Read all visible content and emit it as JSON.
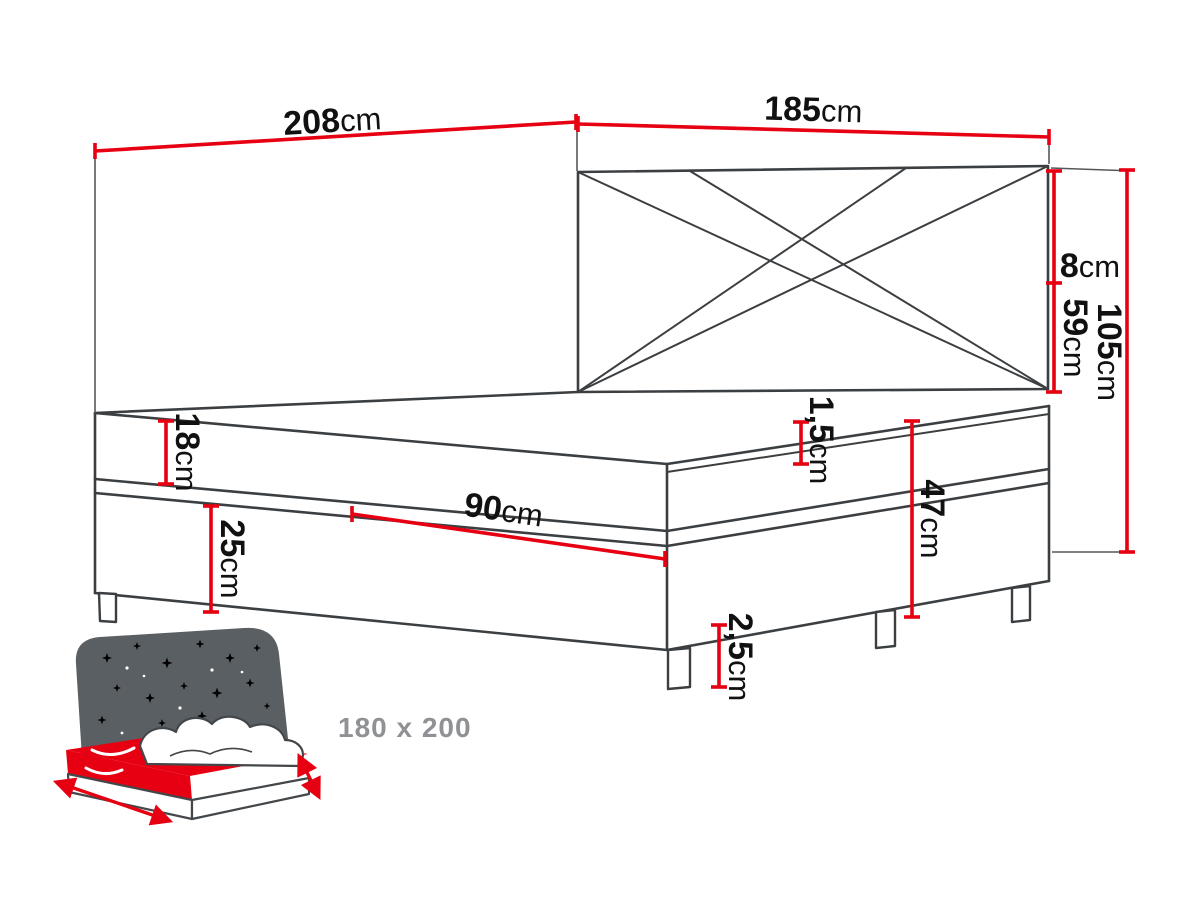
{
  "colors": {
    "line": "#3c3f42",
    "dimension": "#e60012",
    "label": "#111111",
    "muted": "#8f9194",
    "icon_dark": "#5a5f63",
    "icon_red": "#e60012"
  },
  "dimensions": {
    "length": {
      "value": "208",
      "unit": "cm"
    },
    "headboard_width": {
      "value": "185",
      "unit": "cm"
    },
    "top_trim": {
      "value": "8",
      "unit": "cm"
    },
    "headboard_upper": {
      "value": "59",
      "unit": "cm"
    },
    "total_height": {
      "value": "105",
      "unit": "cm"
    },
    "mattress_height": {
      "value": "18",
      "unit": "cm"
    },
    "base_height": {
      "value": "25",
      "unit": "cm"
    },
    "drawer_width": {
      "value": "90",
      "unit": "cm"
    },
    "topper_height": {
      "value": "1,5",
      "unit": "cm"
    },
    "side_height": {
      "value": "47",
      "unit": "cm"
    },
    "leg_height": {
      "value": "2,5",
      "unit": "cm"
    }
  },
  "footer": {
    "size_label": "180 x 200"
  }
}
